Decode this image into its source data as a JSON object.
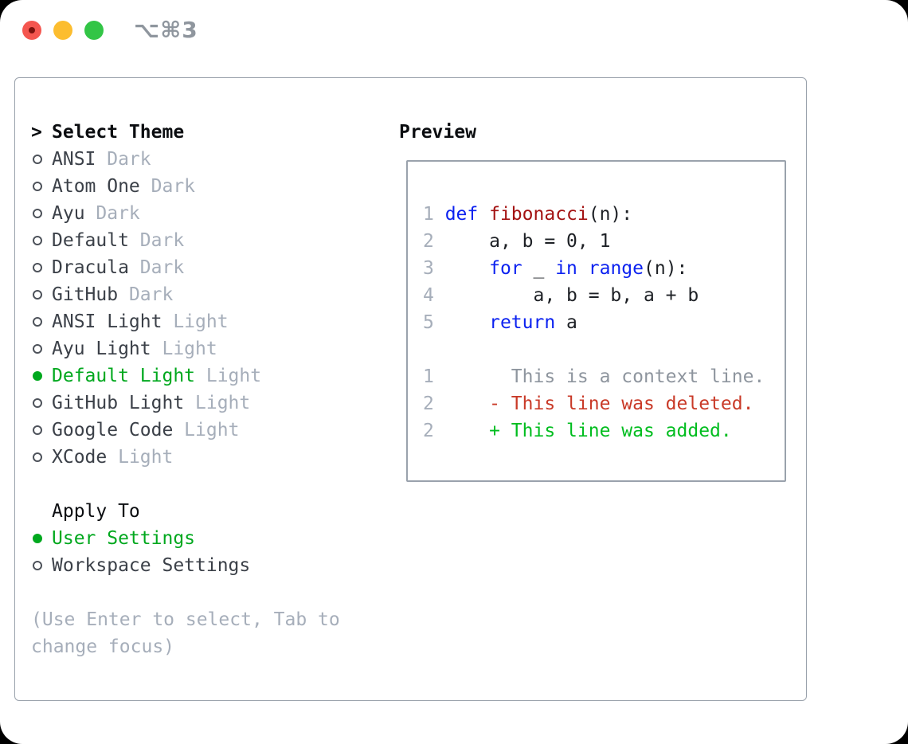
{
  "window": {
    "title": "⌥⌘3",
    "traffic_lights": [
      "close",
      "minimize",
      "zoom"
    ]
  },
  "colors": {
    "selection_green": "#00a81e",
    "diff_added_green": "#00bd1f",
    "diff_deleted_red": "#c93a28",
    "keyword_blue": "#0c22f0",
    "function_name_red": "#a31212",
    "muted_gray": "#a6aeba",
    "panel_border": "#9aa2ac",
    "traffic_red": "#f4564f",
    "traffic_yellow": "#fcbd2f",
    "traffic_green": "#32c546"
  },
  "theme_picker": {
    "prompt": ">",
    "title": "Select Theme",
    "items": [
      {
        "name": "ANSI",
        "variant": "Dark",
        "selected": false
      },
      {
        "name": "Atom One",
        "variant": "Dark",
        "selected": false
      },
      {
        "name": "Ayu",
        "variant": "Dark",
        "selected": false
      },
      {
        "name": "Default",
        "variant": "Dark",
        "selected": false
      },
      {
        "name": "Dracula",
        "variant": "Dark",
        "selected": false
      },
      {
        "name": "GitHub",
        "variant": "Dark",
        "selected": false
      },
      {
        "name": "ANSI Light",
        "variant": "Light",
        "selected": false
      },
      {
        "name": "Ayu Light",
        "variant": "Light",
        "selected": false
      },
      {
        "name": "Default Light",
        "variant": "Light",
        "selected": true
      },
      {
        "name": "GitHub Light",
        "variant": "Light",
        "selected": false
      },
      {
        "name": "Google Code",
        "variant": "Light",
        "selected": false
      },
      {
        "name": "XCode",
        "variant": "Light",
        "selected": false
      }
    ],
    "apply_to": {
      "title": "Apply To",
      "options": [
        {
          "label": "User Settings",
          "selected": true
        },
        {
          "label": "Workspace Settings",
          "selected": false
        }
      ]
    },
    "hint": "(Use Enter to select, Tab to change focus)"
  },
  "preview": {
    "title": "Preview",
    "code_lines": [
      {
        "num": "1",
        "segments": [
          {
            "t": "def",
            "c": "kw"
          },
          {
            "t": " ",
            "c": "code"
          },
          {
            "t": "fibonacci",
            "c": "fn"
          },
          {
            "t": "(n):",
            "c": "code"
          }
        ]
      },
      {
        "num": "2",
        "segments": [
          {
            "t": "    a, b = 0, 1",
            "c": "code"
          }
        ]
      },
      {
        "num": "3",
        "segments": [
          {
            "t": "    ",
            "c": "code"
          },
          {
            "t": "for",
            "c": "kw"
          },
          {
            "t": " _ ",
            "c": "code"
          },
          {
            "t": "in",
            "c": "kw"
          },
          {
            "t": " ",
            "c": "code"
          },
          {
            "t": "range",
            "c": "kw"
          },
          {
            "t": "(n):",
            "c": "code"
          }
        ]
      },
      {
        "num": "4",
        "segments": [
          {
            "t": "        a, b = b, a + b",
            "c": "code"
          }
        ]
      },
      {
        "num": "5",
        "segments": [
          {
            "t": "    ",
            "c": "code"
          },
          {
            "t": "return",
            "c": "kw"
          },
          {
            "t": " a",
            "c": "code"
          }
        ]
      },
      {
        "num": "",
        "segments": []
      },
      {
        "num": "1",
        "segments": [
          {
            "t": "      This is a context line.",
            "c": "ctx"
          }
        ]
      },
      {
        "num": "2",
        "segments": [
          {
            "t": "    - This line was deleted.",
            "c": "del"
          }
        ]
      },
      {
        "num": "2",
        "segments": [
          {
            "t": "    + This line was added.",
            "c": "add"
          }
        ]
      }
    ]
  }
}
